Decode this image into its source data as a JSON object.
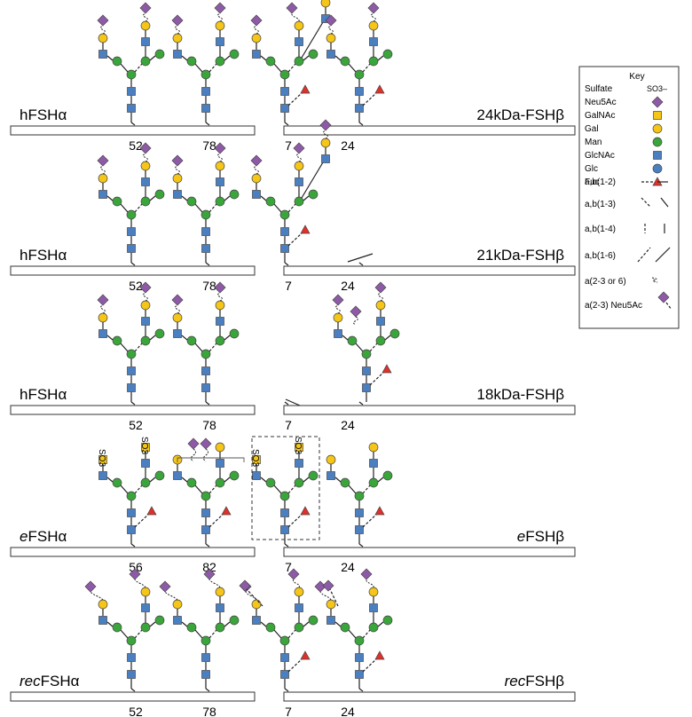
{
  "rows": [
    {
      "left_label": "hFSHα",
      "right_label": "24kDa-FSHβ",
      "left_sites": [
        "52",
        "78"
      ],
      "right_sites": [
        "7",
        "24"
      ]
    },
    {
      "left_label": "hFSHα",
      "right_label": "21kDa-FSHβ",
      "left_sites": [
        "52",
        "78"
      ],
      "right_sites": [
        "7",
        "24"
      ]
    },
    {
      "left_label": "hFSHα",
      "right_label": "18kDa-FSHβ",
      "left_sites": [
        "52",
        "78"
      ],
      "right_sites": [
        "7",
        "24"
      ]
    },
    {
      "left_prefix": "e",
      "left_label": "FSHα",
      "right_prefix": "e",
      "right_label": "FSHβ",
      "left_sites": [
        "56",
        "82"
      ],
      "right_sites": [
        "7",
        "24"
      ]
    },
    {
      "left_prefix": "rec",
      "left_label": "FSHα",
      "right_prefix": "rec",
      "right_label": "FSHβ",
      "left_sites": [
        "52",
        "78"
      ],
      "right_sites": [
        "7",
        "24"
      ]
    }
  ],
  "sulfate_label": "SO3",
  "key": {
    "title": "Key",
    "monosaccharides": [
      {
        "label": "Sulfate",
        "symbol": "SO3–",
        "shape": "text"
      },
      {
        "label": "Neu5Ac",
        "shape": "diamond",
        "color": "#8e5aa8"
      },
      {
        "label": "GalNAc",
        "shape": "square",
        "color": "#f5c518"
      },
      {
        "label": "Gal",
        "shape": "circle",
        "color": "#f5c518"
      },
      {
        "label": "Man",
        "shape": "circle",
        "color": "#3aa53a"
      },
      {
        "label": "GlcNAc",
        "shape": "square",
        "color": "#4a7fc1"
      },
      {
        "label": "Glc",
        "shape": "circle",
        "color": "#4a7fc1"
      },
      {
        "label": "Fuc",
        "shape": "triangle",
        "color": "#e0302a"
      }
    ],
    "linkages": [
      {
        "label": "a,b(1-2)",
        "icon": "horizontal"
      },
      {
        "label": "a,b(1-3)",
        "icon": "diagonal-down"
      },
      {
        "label": "a,b(1-4)",
        "icon": "vertical"
      },
      {
        "label": "a,b(1-6)",
        "icon": "diagonal-up"
      },
      {
        "label": "a(2-3 or 6)",
        "icon": "squiggle"
      },
      {
        "label": "a(2-3) Neu5Ac",
        "icon": "neu5ac-link"
      }
    ]
  },
  "colors": {
    "neu5ac": "#8e5aa8",
    "gal": "#f5c518",
    "galnac": "#f5c518",
    "man": "#3aa53a",
    "glcnac": "#4a7fc1",
    "glc": "#4a7fc1",
    "fuc": "#e0302a"
  }
}
